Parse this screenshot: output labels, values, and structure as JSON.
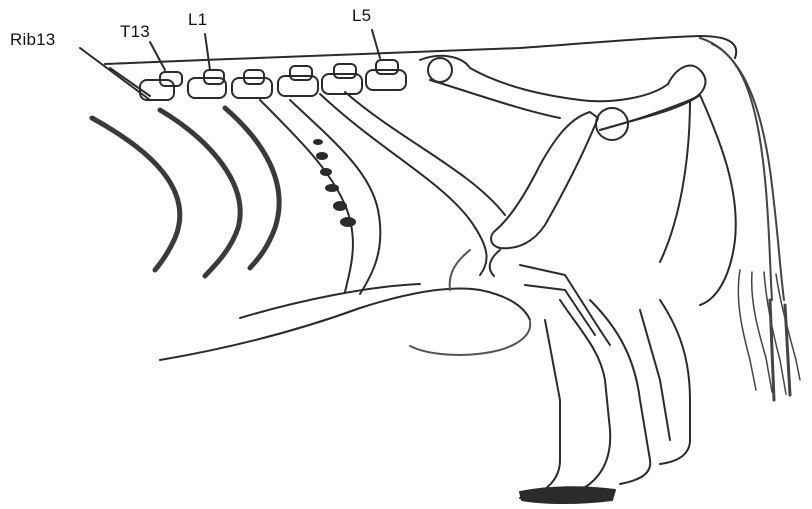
{
  "labels": {
    "rib13": "Rib13",
    "t13": "T13",
    "l1": "L1",
    "l5": "L5"
  },
  "colors": {
    "ink": "#2b2b2b",
    "shade": "#6e6e6e",
    "background": "#ffffff"
  }
}
